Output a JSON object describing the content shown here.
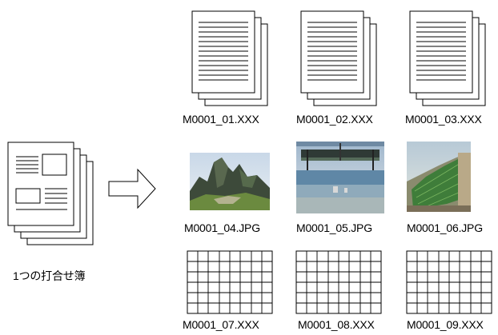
{
  "source": {
    "caption": "1つの打合せ簿"
  },
  "files": [
    {
      "name": "M0001_01.XXX",
      "kind": "text-document"
    },
    {
      "name": "M0001_02.XXX",
      "kind": "text-document"
    },
    {
      "name": "M0001_03.XXX",
      "kind": "text-document"
    },
    {
      "name": "M0001_04.JPG",
      "kind": "photo",
      "subject": "mountain ruins"
    },
    {
      "name": "M0001_05.JPG",
      "kind": "photo",
      "subject": "construction site with water"
    },
    {
      "name": "M0001_06.JPG",
      "kind": "photo",
      "subject": "green rebar wall"
    },
    {
      "name": "M0001_07.XXX",
      "kind": "grid-sheet"
    },
    {
      "name": "M0001_08.XXX",
      "kind": "grid-sheet"
    },
    {
      "name": "M0001_09.XXX",
      "kind": "grid-sheet"
    }
  ],
  "colors": {
    "stroke": "#000000",
    "page": "#ffffff"
  }
}
